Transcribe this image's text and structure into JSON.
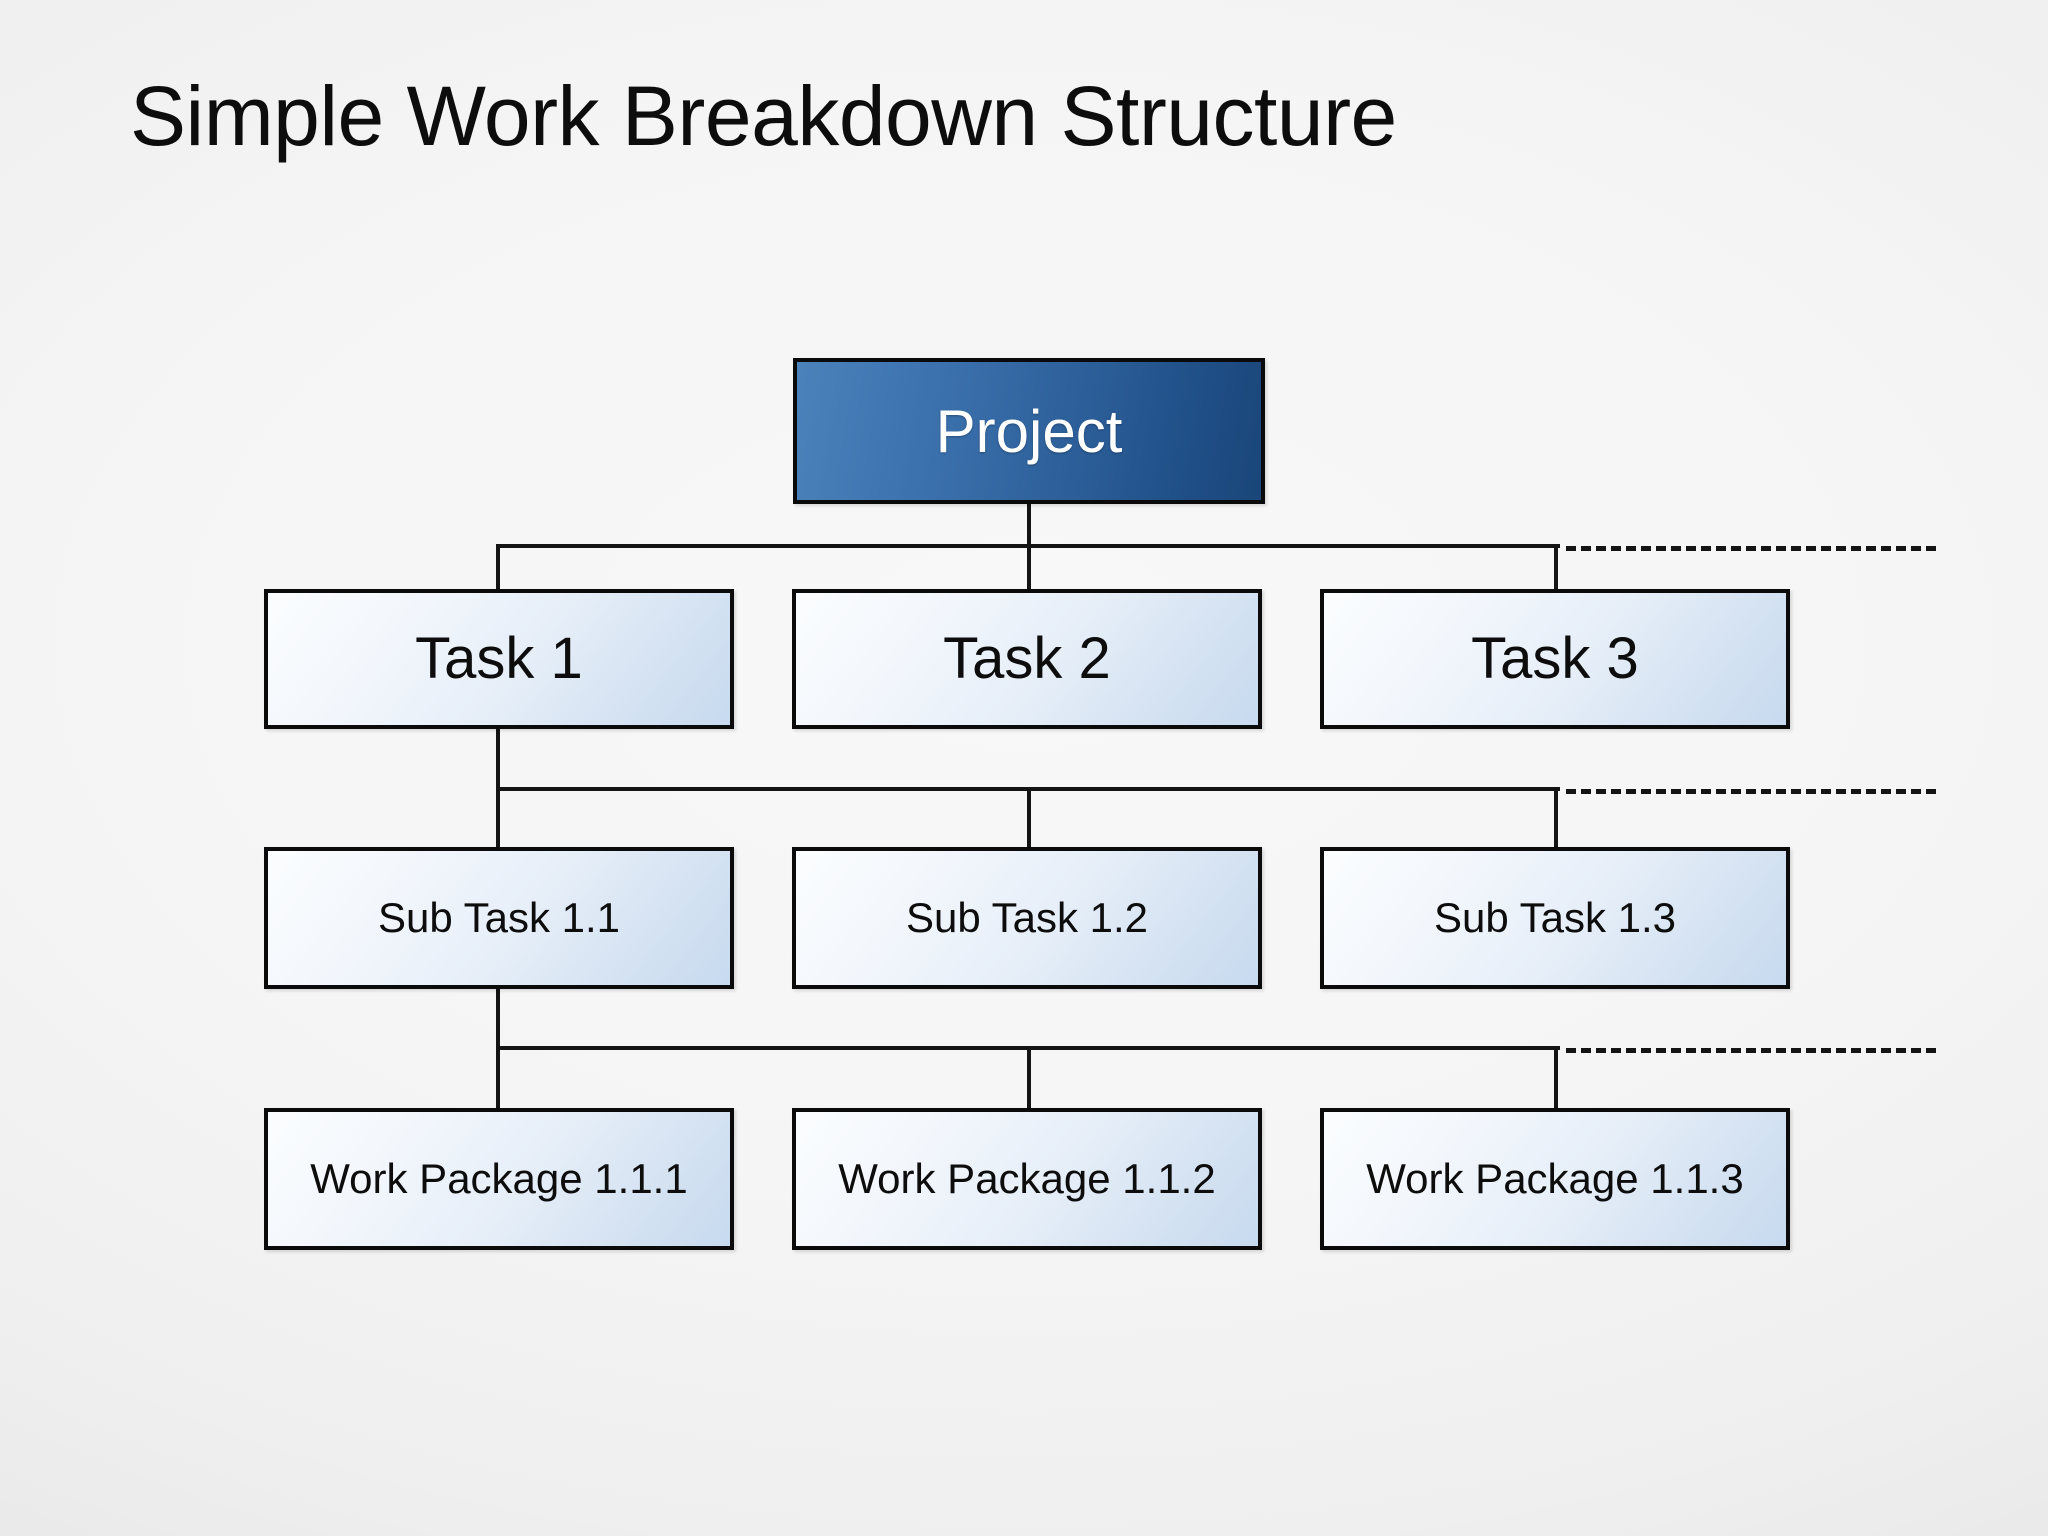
{
  "slide": {
    "title": "Simple Work Breakdown Structure",
    "background_start": "#f8f8f8",
    "background_end": "#dcdcdc"
  },
  "diagram": {
    "type": "work-breakdown-structure",
    "accent_color": "#2f629d",
    "node_fill_light": "#eef4fb",
    "border_color": "#0b0b0b",
    "root": {
      "label": "Project"
    },
    "level1": [
      {
        "label": "Task 1"
      },
      {
        "label": "Task 2"
      },
      {
        "label": "Task 3"
      }
    ],
    "level2": [
      {
        "label": "Sub Task 1.1"
      },
      {
        "label": "Sub Task 1.2"
      },
      {
        "label": "Sub Task 1.3"
      }
    ],
    "level3": [
      {
        "label": "Work Package 1.1.1"
      },
      {
        "label": "Work Package 1.1.2"
      },
      {
        "label": "Work Package 1.1.3"
      }
    ]
  }
}
